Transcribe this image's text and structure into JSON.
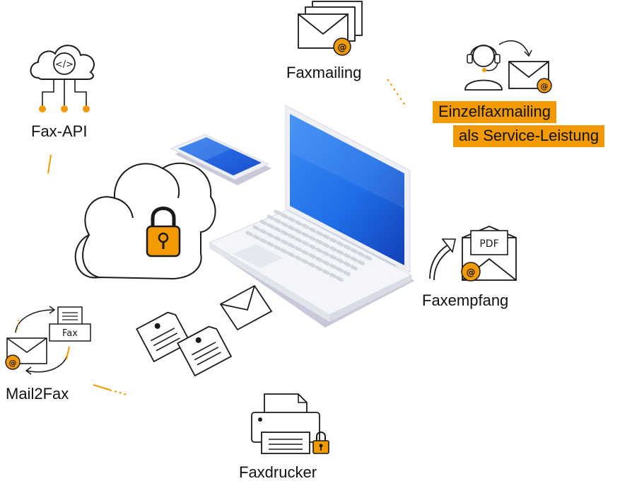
{
  "colors": {
    "accent": "#f29a00",
    "line": "#1a1a1a",
    "screen_blue": "#1f6ee8",
    "device_shadow": "#c9c8d9"
  },
  "nodes": {
    "fax_api": {
      "label": "Fax-API",
      "icon": "cloud-code-icon"
    },
    "faxmailing": {
      "label": "Faxmailing",
      "icon": "stacked-envelopes-icon"
    },
    "einzelfax": {
      "line1": "Einzelfaxmailing",
      "line2": "als Service-Leistung",
      "icon": "headset-agent-envelope-icon"
    },
    "faxempfang": {
      "label": "Faxempfang",
      "icon": "pdf-envelope-icon"
    },
    "mail2fax": {
      "label": "Mail2Fax",
      "icon": "mail-to-fax-cycle-icon",
      "fax_tag": "Fax"
    },
    "faxdrucker": {
      "label": "Faxdrucker",
      "icon": "locked-printer-icon"
    }
  },
  "pdf_tag": "PDF",
  "at_symbol": "@"
}
